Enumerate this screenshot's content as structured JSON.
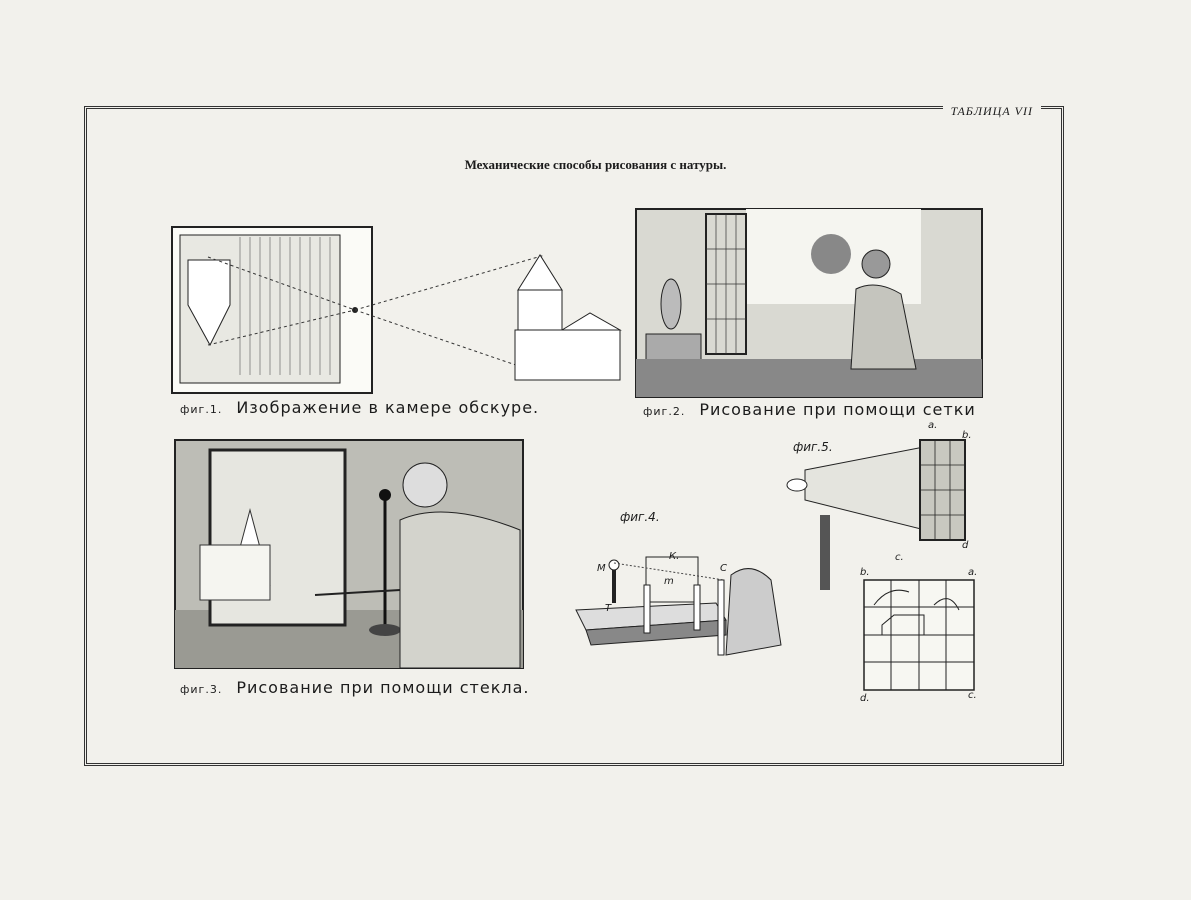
{
  "header": {
    "plate_label": "ТАБЛИЦА VII"
  },
  "title": "Механические способы рисования с натуры.",
  "figures": [
    {
      "number": "фиг.1.",
      "caption": "Изображение в камере обскуре."
    },
    {
      "number": "фиг.2.",
      "caption": "Рисование при помощи сетки"
    },
    {
      "number": "фиг.3.",
      "caption": "Рисование при помощи стекла."
    },
    {
      "number": "фиг.4.",
      "caption": "",
      "labels": [
        "М",
        "К.",
        "m",
        "С",
        "Т"
      ]
    },
    {
      "number": "фиг.5.",
      "caption": "",
      "labels": [
        "a.",
        "b.",
        "c.",
        "d"
      ],
      "grid_labels": [
        "b.",
        "a.",
        "d.",
        "c."
      ]
    }
  ]
}
